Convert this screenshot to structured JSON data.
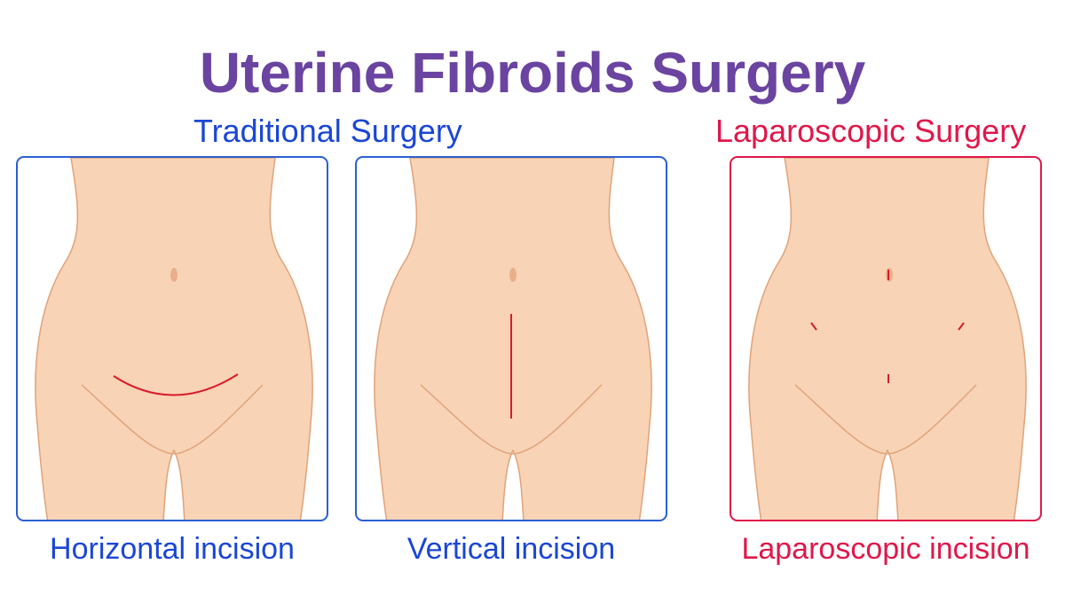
{
  "title": "Uterine Fibroids Surgery",
  "groups": {
    "traditional": {
      "label": "Traditional Surgery",
      "color": "#1a46d6"
    },
    "laparoscopic": {
      "label": "Laparoscopic Surgery",
      "color": "#e0174a"
    }
  },
  "panels": [
    {
      "caption": "Horizontal incision",
      "incision": "horizontal-curve",
      "border": "#2a60d0"
    },
    {
      "caption": "Vertical incision",
      "incision": "vertical-line",
      "border": "#2a60d0"
    },
    {
      "caption": "Laparoscopic incision",
      "incision": "four-small-ports",
      "border": "#e0174a"
    }
  ],
  "colors": {
    "skin": "#f8d3b6",
    "skin_outline": "#e0a37a",
    "incision": "#d91a2a"
  }
}
